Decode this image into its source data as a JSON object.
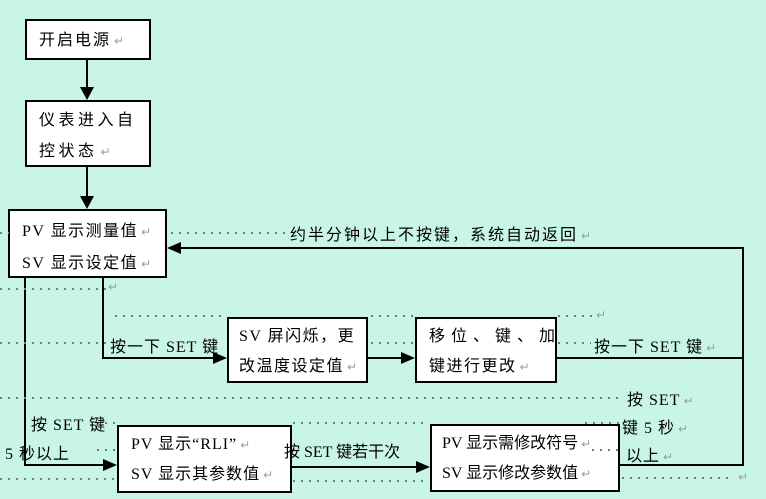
{
  "colors": {
    "background": "#c9f6e4",
    "box_fill": "#ffffff",
    "line": "#000000",
    "dots": "#66807a",
    "paragraph_mark": "#8fa39b"
  },
  "marks": {
    "glyph": "↵"
  },
  "boxes": [
    {
      "id": "power-on",
      "lines": [
        "开启电源"
      ]
    },
    {
      "id": "meter-auto-state",
      "lines": [
        "仪表进入自",
        "控状态"
      ]
    },
    {
      "id": "pv-sv-display",
      "lines": [
        "PV 显示测量值",
        "SV 显示设定值"
      ]
    },
    {
      "id": "sv-flash",
      "lines": [
        "SV 屏闪烁，更",
        "改温度设定值"
      ]
    },
    {
      "id": "shift-add-keys",
      "lines": [
        "移位、键、加",
        "键进行更改"
      ]
    },
    {
      "id": "pv-rli",
      "lines": [
        "PV 显示“RLI”",
        "SV 显示其参数值"
      ]
    },
    {
      "id": "pv-modify",
      "lines": [
        "PV 显示需修改符号",
        "SV 显示修改参数值"
      ]
    }
  ],
  "labels": {
    "auto_return": {
      "text": "约半分钟以上不按键，系统自动返回"
    },
    "set_once_left": {
      "text": "按一下 SET 键"
    },
    "set_once_right": {
      "text": "按一下 SET 键"
    },
    "set_right_1": {
      "text": "按 SET"
    },
    "set_right_2": {
      "text": "键 5 秒"
    },
    "set_right_3": {
      "text": "以上"
    },
    "set_left_1": {
      "text": "按 SET 键"
    },
    "set_left_2": {
      "text": "5 秒以上"
    },
    "set_several": {
      "text": "按 SET 键若干次"
    }
  }
}
